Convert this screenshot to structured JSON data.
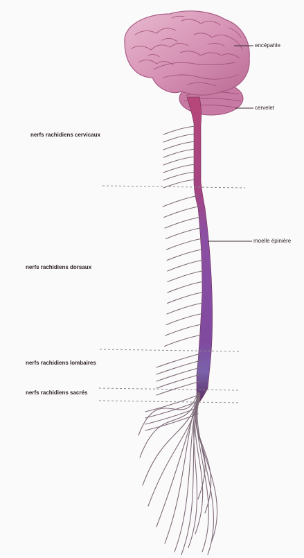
{
  "labels": {
    "brain": "encépahle",
    "cerebellum": "cervelet",
    "spinal_cord": "moelle épinière",
    "cervical": "nerfs rachidiens cervicaux",
    "thoracic": "nerfs rachidiens dorsaux",
    "lumbar": "nerfs rachidiens lombaires",
    "sacral": "nerfs rachidiens sacrés"
  },
  "colors": {
    "brain_fill": "#d48eb2",
    "brain_fold": "#a6557d",
    "cord_cervical": "#b04674",
    "cord_thoracic": "#8a4fa6",
    "cord_lumbar": "#7b5fae",
    "nerve": "#7d6a78",
    "leader": "#3a2a33",
    "divider": "#8c8c8c"
  }
}
